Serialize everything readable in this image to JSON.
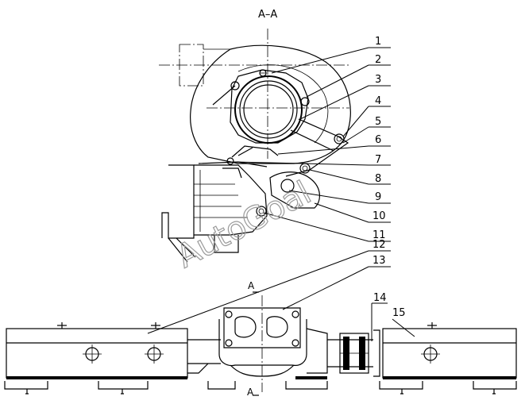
{
  "section_label": "A–A",
  "section_mark_top": "A",
  "section_mark_bottom": "A",
  "watermark": "AutoGoal",
  "callouts": [
    "1",
    "2",
    "3",
    "4",
    "5",
    "6",
    "7",
    "8",
    "9",
    "10",
    "11",
    "12",
    "13",
    "14",
    "15"
  ]
}
